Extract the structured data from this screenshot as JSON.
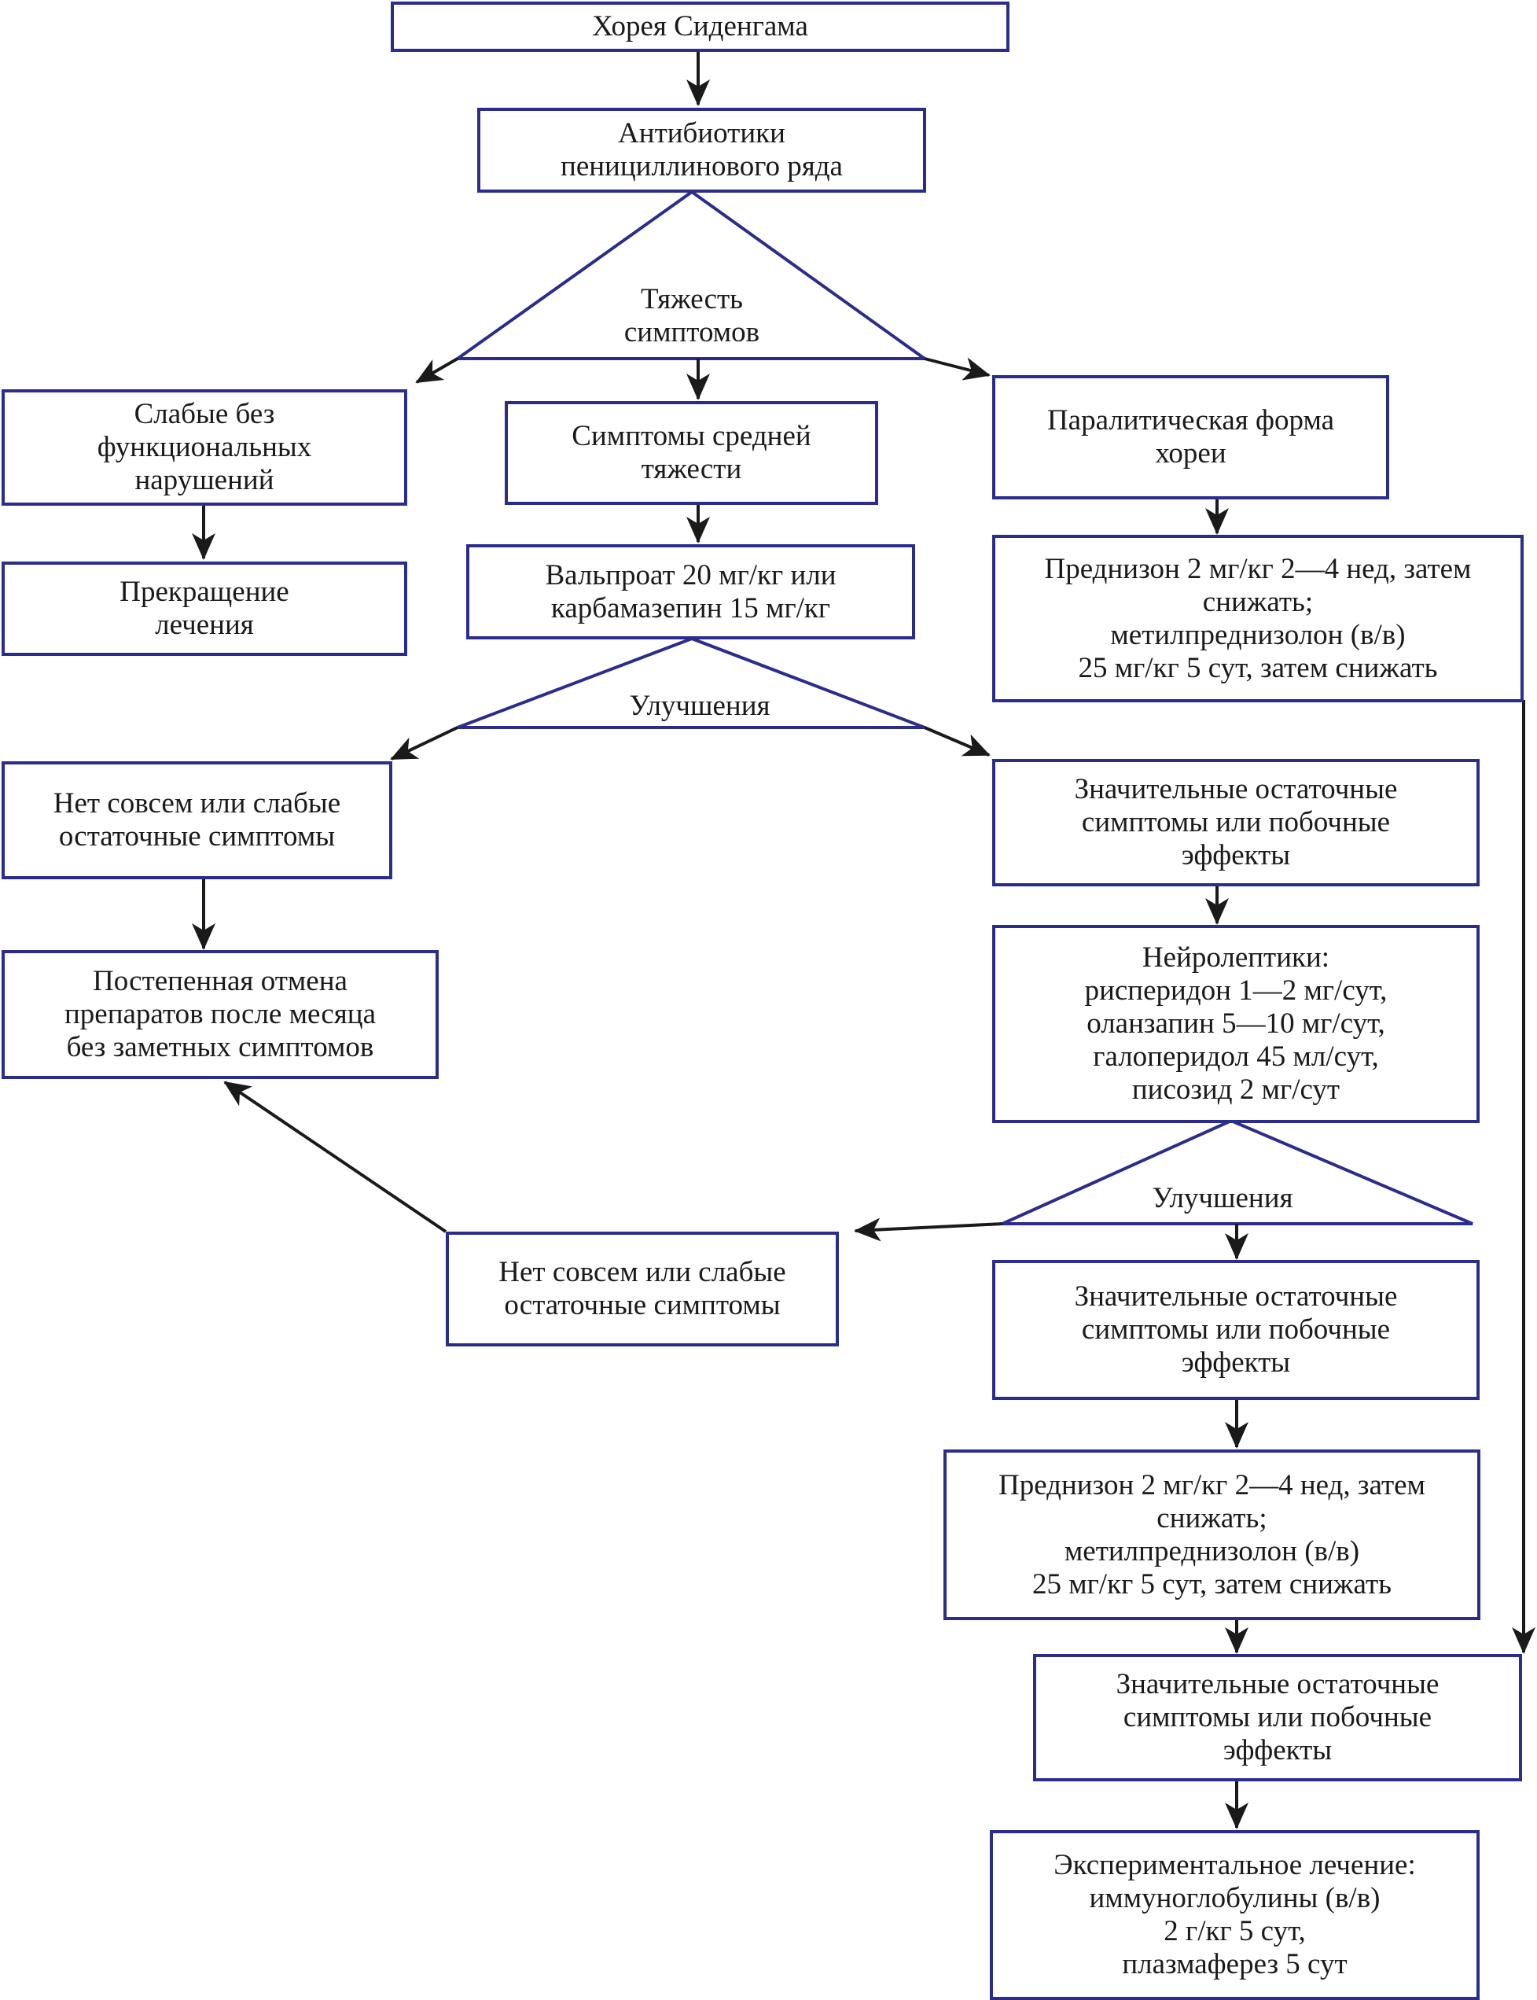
{
  "colors": {
    "box_border": "#2b2c8c",
    "arrow": "#1a1a1a",
    "text": "#1a1a1a"
  },
  "nodes": {
    "chorea": "Хорея Сиденгама",
    "antibiotics": "Антибиотики\nпенициллинового ряда",
    "mild": "Слабые без\nфункциональных\nнарушений",
    "stop": "Прекращение\nлечения",
    "moderate": "Симптомы средней\nтяжести",
    "paralytic": "Паралитическая форма\nхореи",
    "valproate": "Вальпроат 20 мг/кг или\nкарбамазепин 15 мг/кг",
    "prednisone_1": "Преднизон 2 мг/кг 2—4 нед, затем\nснижать;\nметилпреднизолон (в/в)\n25 мг/кг 5 сут, затем снижать",
    "none_1": "Нет совсем или слабые\nостаточные симптомы",
    "significant_1": "Значительные остаточные\nсимптомы или побочные\nэффекты",
    "withdrawal": "Постепенная отмена\nпрепаратов после месяца\nбез заметных симптомов",
    "neuroleptics": "Нейролептики:\nрисперидон 1—2 мг/сут,\nоланзапин 5—10 мг/сут,\nгалоперидол 45 мл/сут,\nписозид 2 мг/сут",
    "none_2": "Нет совсем или слабые\nостаточные симптомы",
    "significant_2": "Значительные остаточные\nсимптомы или побочные\nэффекты",
    "prednisone_2": "Преднизон 2 мг/кг 2—4 нед, затем\nснижать;\nметилпреднизолон (в/в)\n25 мг/кг 5 сут, затем снижать",
    "significant_3": "Значительные остаточные\nсимптомы или побочные\nэффекты",
    "experimental": "Экспериментальное лечение:\nиммуноглобулины (в/в)\n2 г/кг 5 сут,\nплазмаферез 5 сут"
  },
  "decisions": {
    "severity": "Тяжесть\nсимптомов",
    "improvement_1": "Улучшения",
    "improvement_2": "Улучшения"
  }
}
